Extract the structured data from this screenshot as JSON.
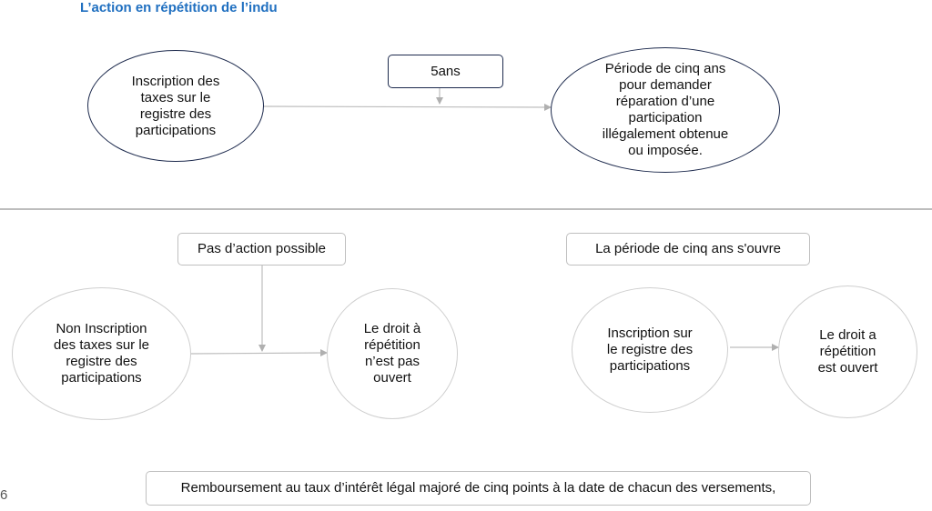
{
  "title": "L’action en répétition de l’indu",
  "nodes": {
    "inscription_taxes": "Inscription des\ntaxes sur le\nregistre des\nparticipations",
    "five_years": "5ans",
    "periode": "Période de cinq ans\npour demander\nréparation d’une\nparticipation\nillégalement obtenue\nou imposée.",
    "pas_action": "Pas d’action possible",
    "non_inscription": "Non Inscription\ndes taxes sur le\nregistre des\nparticipations",
    "droit_non_ouvert": "Le droit à\nrépétition\nn’est pas\nouvert",
    "periode_ouvre": "La période de cinq ans s'ouvre",
    "inscription_registre": "Inscription sur\nle registre des\nparticipations",
    "droit_ouvert": "Le droit a\nrépétition\nest ouvert",
    "remboursement": "Remboursement au taux d’intérêt légal majoré de cinq points à la date de chacun des versements,"
  },
  "page_number": "6",
  "colors": {
    "title": "#1f6fc0",
    "dark_outline": "#1d2a4d",
    "light_outline": "#cfcfcf",
    "connector": "#bdbdbd"
  }
}
